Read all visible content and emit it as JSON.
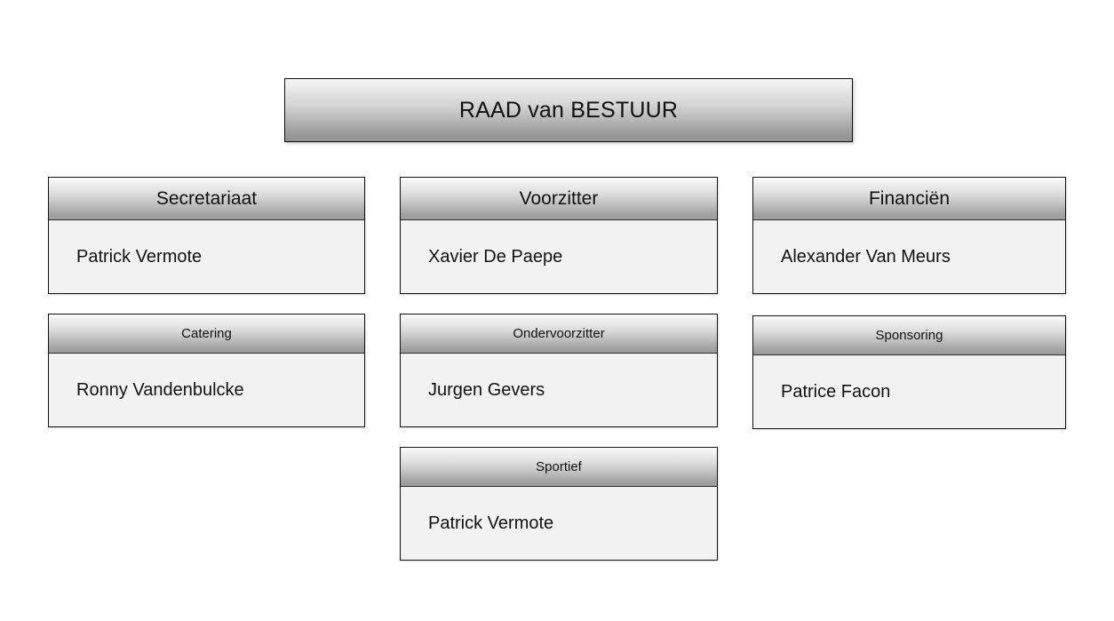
{
  "root": {
    "label": "RAAD van BESTUUR"
  },
  "columns": [
    {
      "name": "left",
      "boxes": [
        {
          "title": "Secretariaat",
          "person": "Patrick Vermote"
        },
        {
          "title": "Catering",
          "person": "Ronny Vandenbulcke"
        }
      ]
    },
    {
      "name": "center",
      "boxes": [
        {
          "title": "Voorzitter",
          "person": "Xavier De Paepe"
        },
        {
          "title": "Ondervoorzitter",
          "person": "Jurgen Gevers"
        },
        {
          "title": "Sportief",
          "person": "Patrick Vermote"
        }
      ]
    },
    {
      "name": "right",
      "boxes": [
        {
          "title": "Financiën",
          "person": "Alexander Van Meurs"
        },
        {
          "title": "Sponsoring",
          "person": "Patrice Facon"
        }
      ]
    }
  ],
  "colors": {
    "background": "#ffffff",
    "box_body": "#f2f2f2",
    "box_border": "#111111",
    "header_gradient_top": "#fbfbfb",
    "header_gradient_bottom": "#9a9a9a",
    "text": "#111111"
  }
}
